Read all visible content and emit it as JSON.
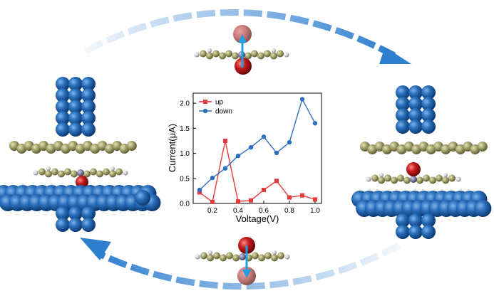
{
  "chart_data": {
    "type": "line",
    "xlabel": "Voltage(V)",
    "ylabel": "Current(μA)",
    "xlim": [
      0.05,
      1.05
    ],
    "ylim": [
      0.0,
      2.2
    ],
    "xticks": [
      "0.2",
      "0.4",
      "0.6",
      "0.8",
      "1.0"
    ],
    "yticks": [
      "0.0",
      "0.5",
      "1.0",
      "1.5",
      "2.0"
    ],
    "legend_position": "top-left",
    "grid": false,
    "x": [
      0.1,
      0.2,
      0.3,
      0.4,
      0.5,
      0.6,
      0.7,
      0.8,
      0.9,
      1.0
    ],
    "series": [
      {
        "name": "up",
        "marker": "square",
        "color": "#e83a3a",
        "values": [
          0.22,
          0.03,
          1.25,
          0.04,
          0.06,
          0.27,
          0.45,
          0.12,
          0.16,
          0.08
        ]
      },
      {
        "name": "down",
        "marker": "circle",
        "color": "#2f6fc0",
        "values": [
          0.27,
          0.51,
          0.7,
          0.95,
          1.12,
          1.33,
          1.01,
          1.22,
          2.08,
          1.6
        ]
      }
    ]
  },
  "colors": {
    "electrode_blue": "#1f5fa5",
    "graphene_olive": "#a4a36c",
    "oxygen_red": "#c51b1b",
    "hydrogen_grey": "#d2d2d2",
    "dipole_arrow": "#1fa0e0",
    "cycle_arrow": "#2f7fcf"
  }
}
